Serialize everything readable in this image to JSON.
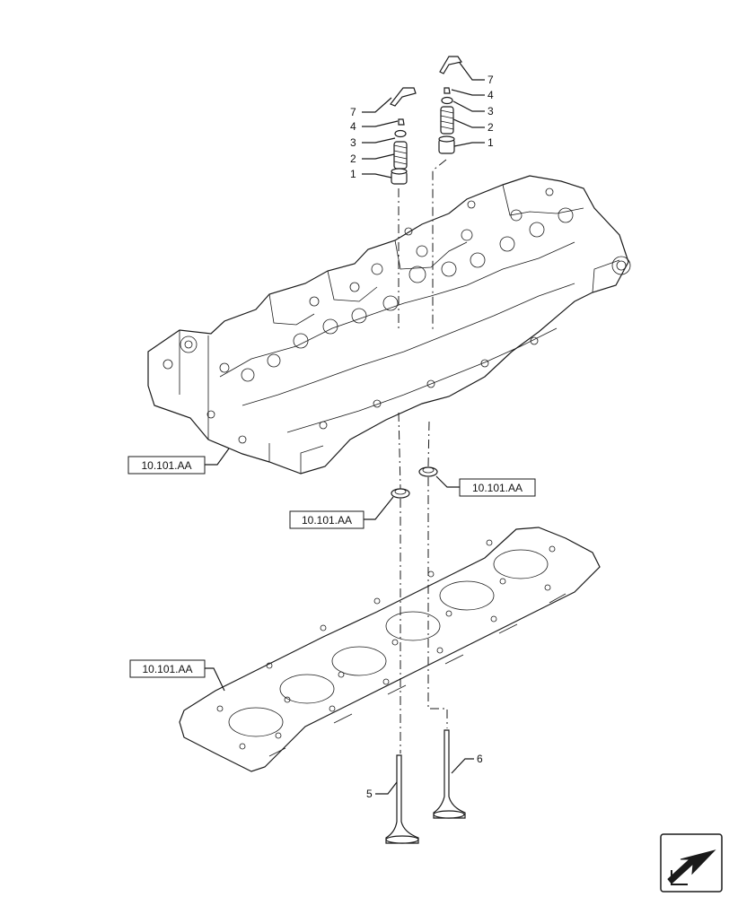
{
  "callouts": {
    "left_valve": {
      "n7": "7",
      "n4": "4",
      "n3": "3",
      "n2": "2",
      "n1": "1"
    },
    "right_valve": {
      "n7": "7",
      "n4": "4",
      "n3": "3",
      "n2": "2",
      "n1": "1"
    },
    "valve_intake": "5",
    "valve_exhaust": "6"
  },
  "references": {
    "head_ref": "10.101.AA",
    "seat_right_ref": "10.101.AA",
    "seat_left_ref": "10.101.AA",
    "gasket_ref": "10.101.AA"
  },
  "nav": {
    "icon": "arrow-left-down-icon"
  }
}
